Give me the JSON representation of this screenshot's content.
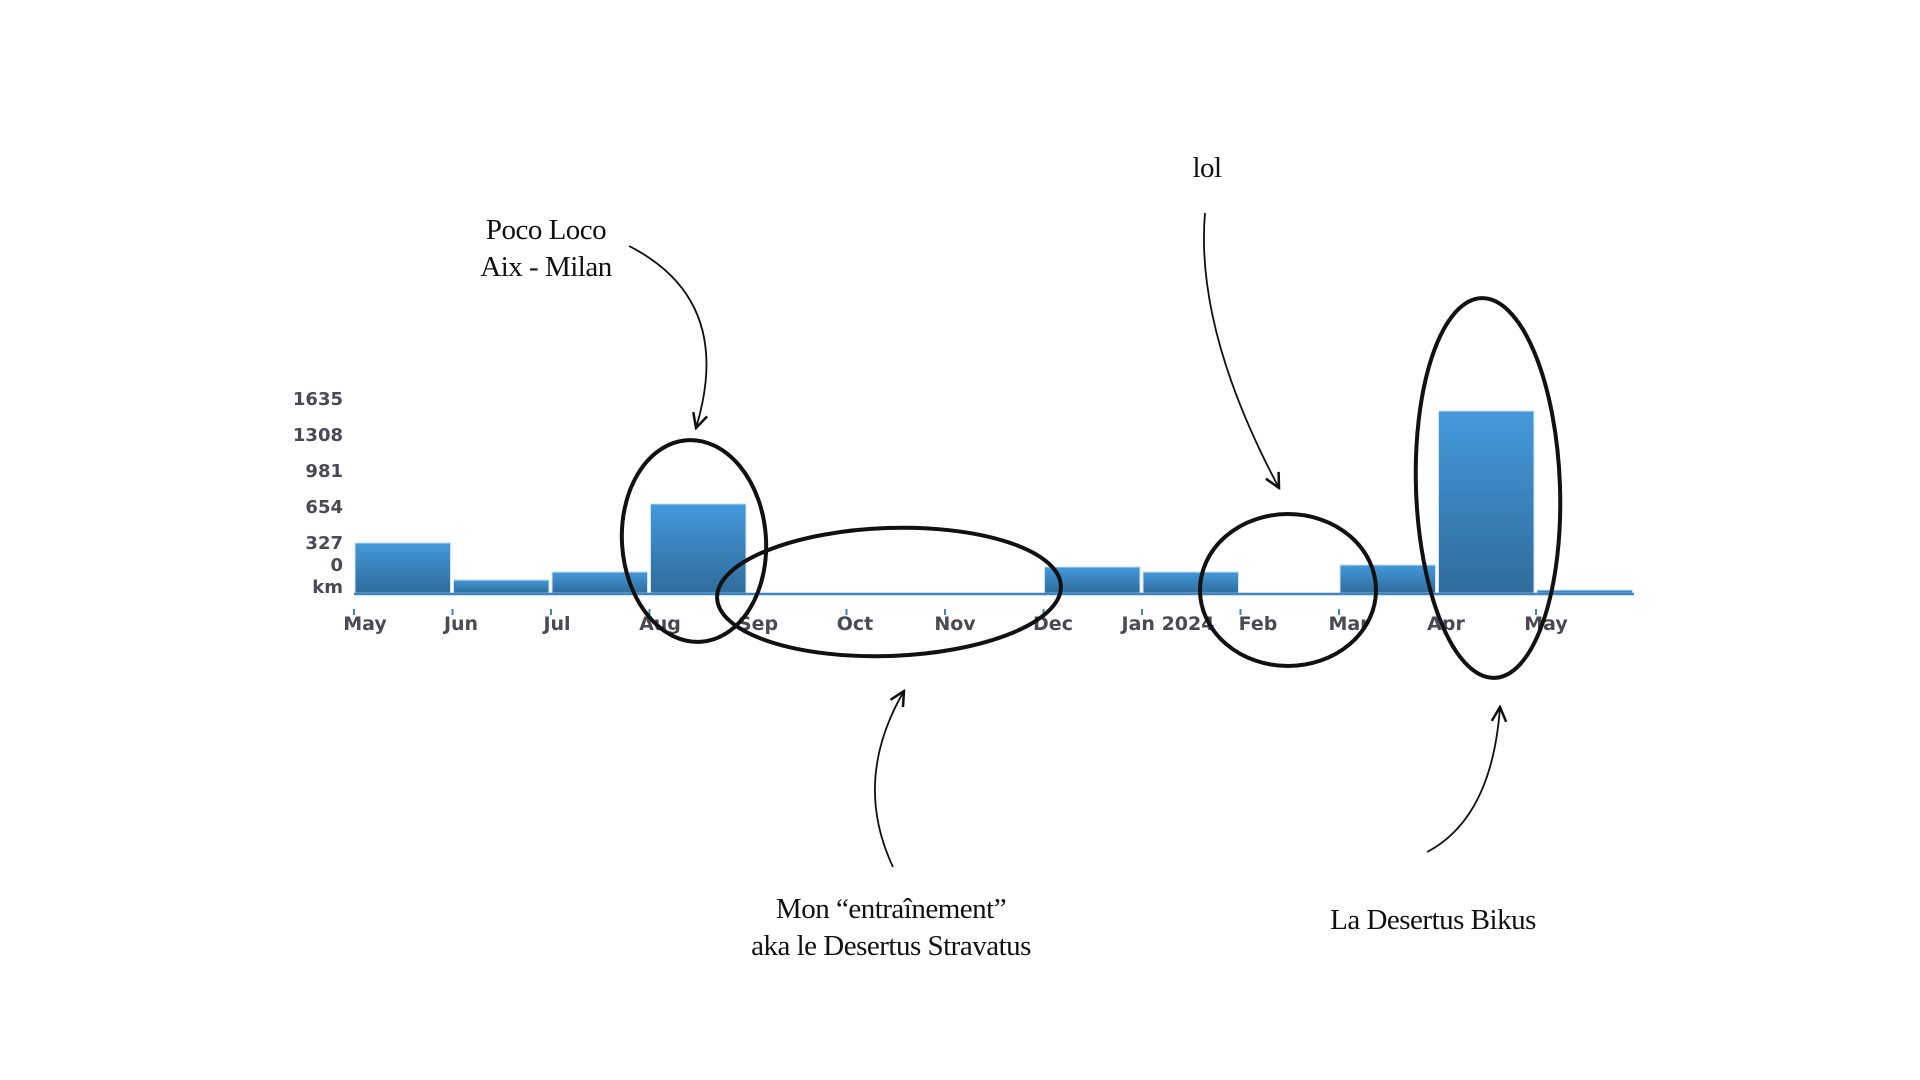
{
  "chart_data": {
    "type": "bar",
    "title": "",
    "xlabel": "",
    "ylabel": "km",
    "y_ticks": [
      "1635",
      "1308",
      "981",
      "654",
      "327",
      "0"
    ],
    "ylim": [
      0,
      1635
    ],
    "x_ticks": [
      "May",
      "Jun",
      "Jul",
      "Aug",
      "Sep",
      "Oct",
      "Nov",
      "Dec",
      "Jan 2024",
      "Feb",
      "Mar",
      "Apr",
      "May"
    ],
    "categories": [
      "May 2023",
      "Jun 2023",
      "Jul 2023",
      "Aug 2023",
      "Sep 2023",
      "Oct 2023",
      "Nov 2023",
      "Dec 2023",
      "Jan 2024",
      "Feb 2024",
      "Mar 2024",
      "Apr 2024",
      "May 2024"
    ],
    "values": [
      450,
      117,
      189,
      800,
      0,
      0,
      0,
      234,
      189,
      0,
      252,
      1635,
      27
    ],
    "grid": false,
    "bar_color_top": "#4499db",
    "bar_color_bottom": "#2f6c9c",
    "axis_color": "#3d86c6"
  },
  "annotations": {
    "poco_loco": [
      "Poco Loco",
      "Aix - Milan"
    ],
    "lol": "lol",
    "training": [
      "Mon “entraînement”",
      "aka le Desertus Stravatus"
    ],
    "bikus": "La Desertus Bikus"
  }
}
